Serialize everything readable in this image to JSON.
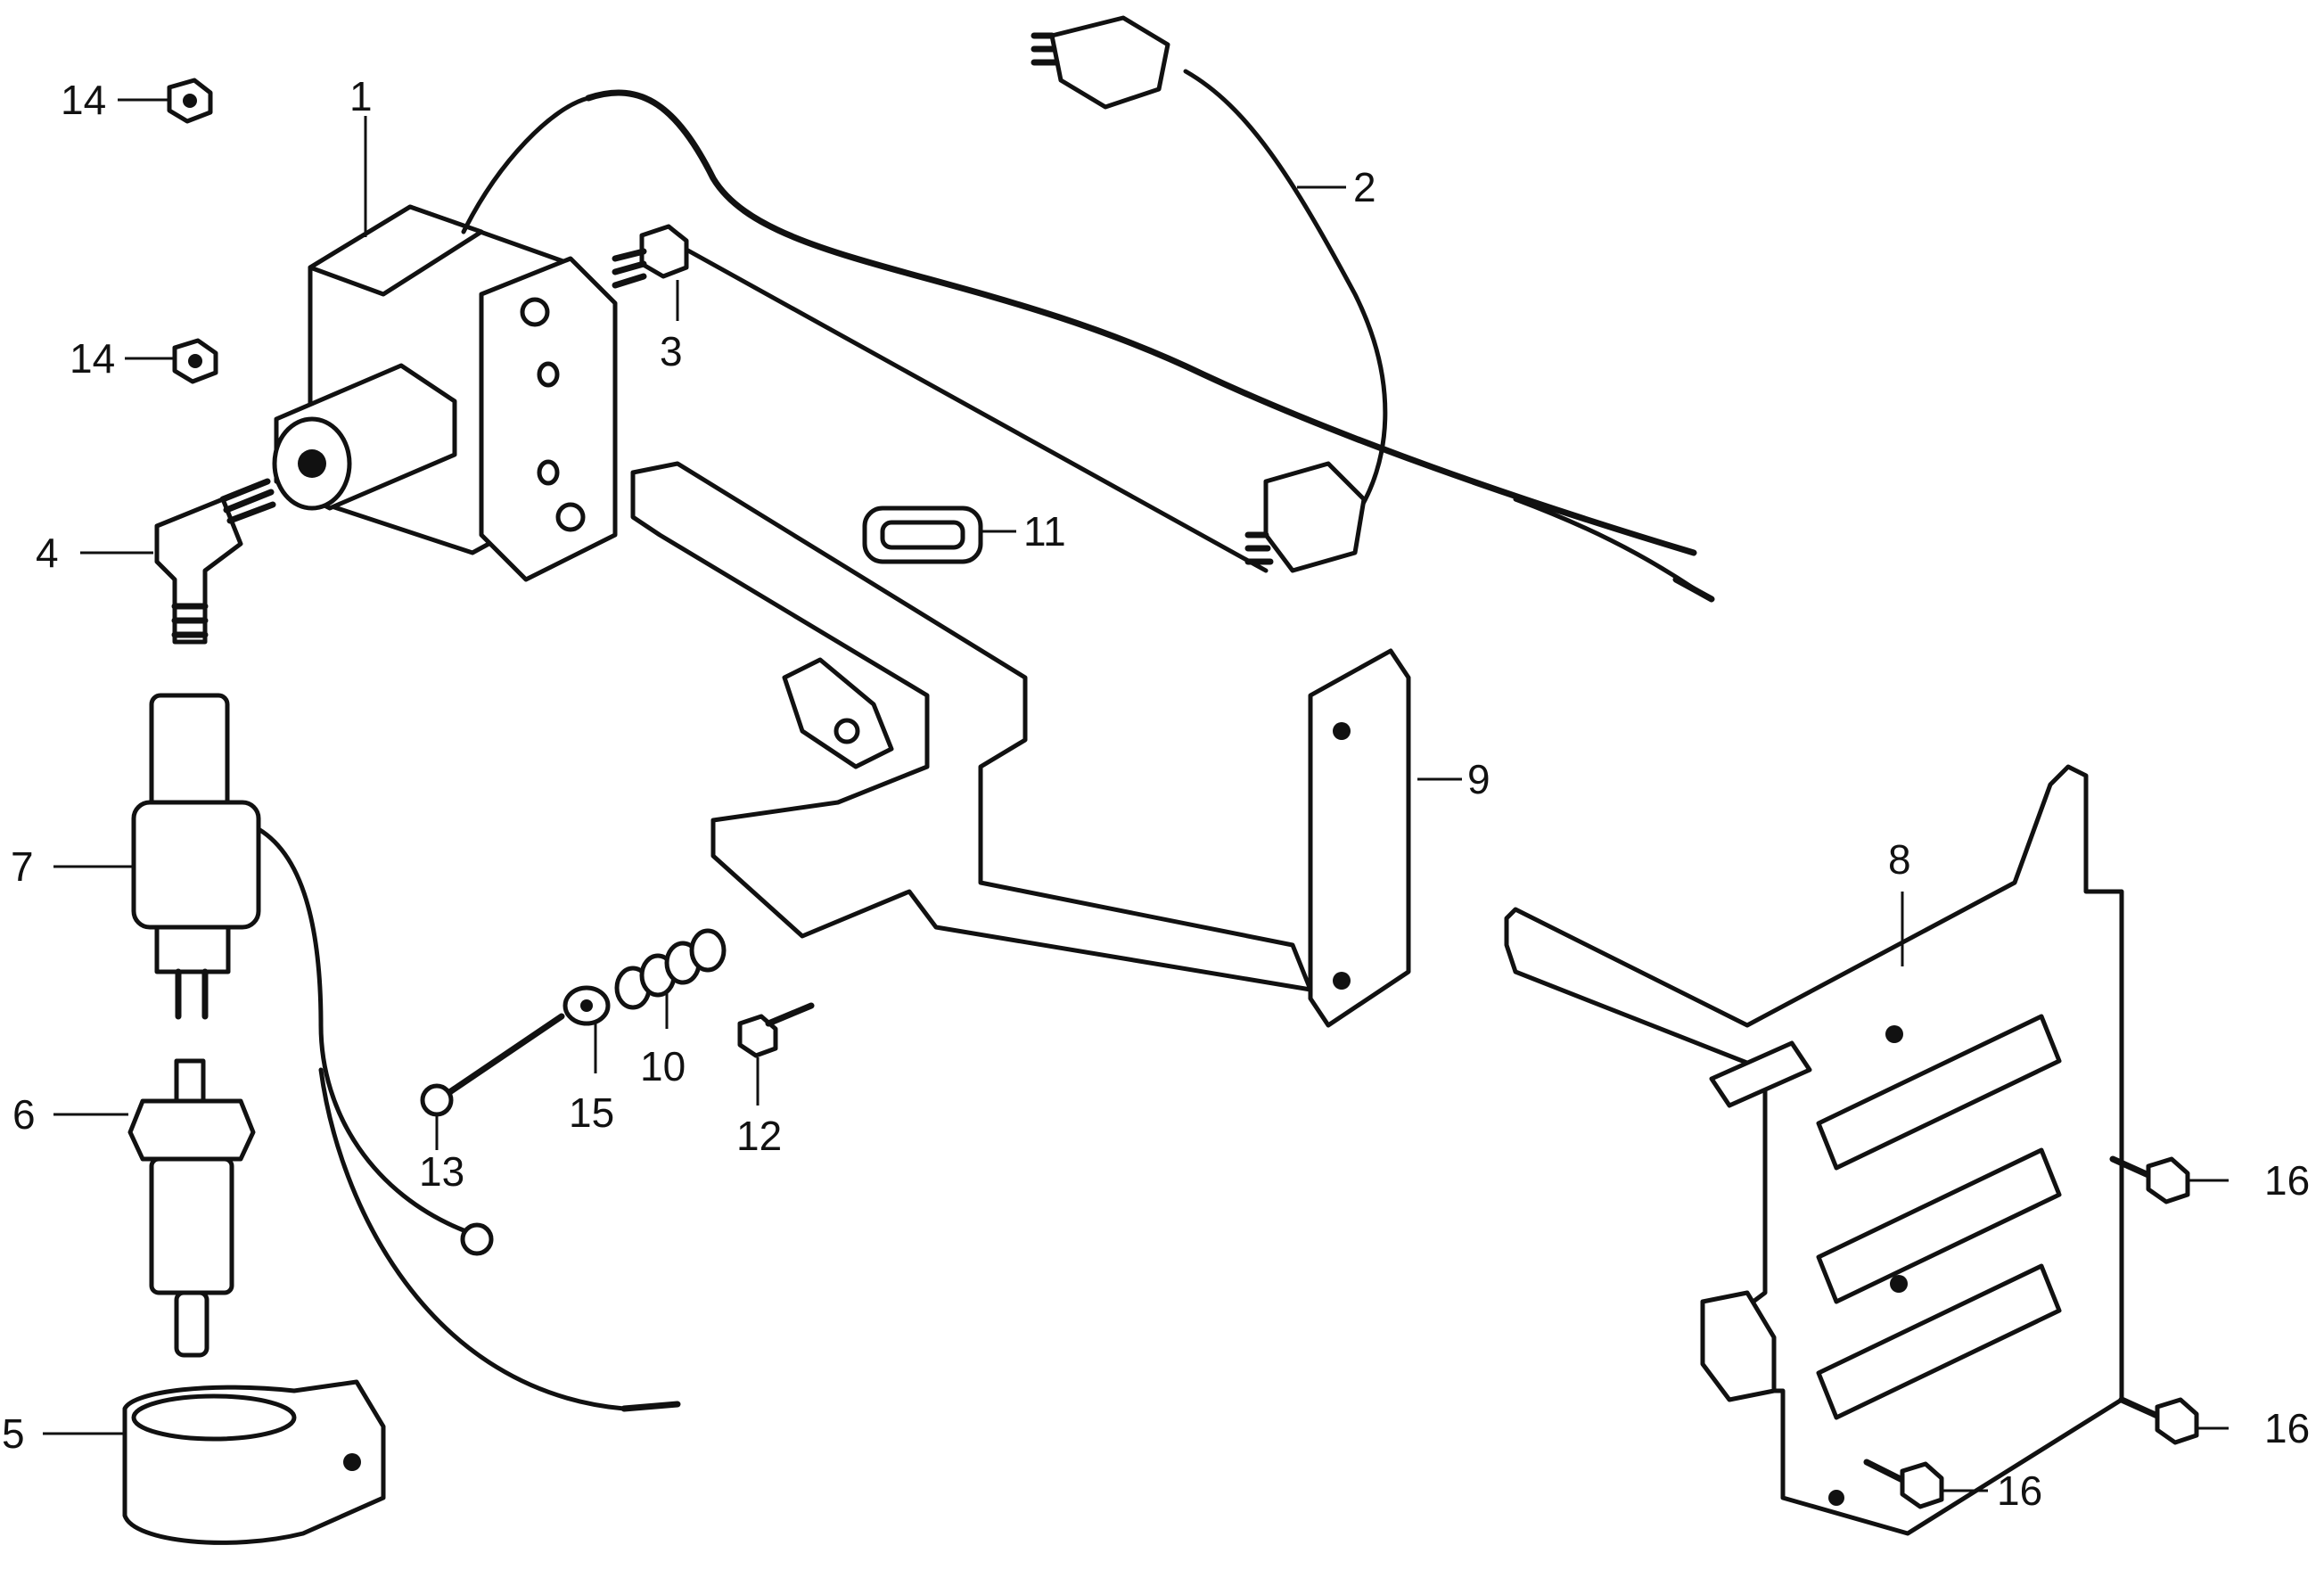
{
  "callouts": [
    {
      "id": "1",
      "text": "1"
    },
    {
      "id": "2",
      "text": "2"
    },
    {
      "id": "3",
      "text": "3"
    },
    {
      "id": "4",
      "text": "4"
    },
    {
      "id": "5",
      "text": "5"
    },
    {
      "id": "6",
      "text": "6"
    },
    {
      "id": "7",
      "text": "7"
    },
    {
      "id": "8",
      "text": "8"
    },
    {
      "id": "9",
      "text": "9"
    },
    {
      "id": "10",
      "text": "10"
    },
    {
      "id": "11",
      "text": "11"
    },
    {
      "id": "12",
      "text": "12"
    },
    {
      "id": "13",
      "text": "13"
    },
    {
      "id": "14a",
      "text": "14"
    },
    {
      "id": "14b",
      "text": "14"
    },
    {
      "id": "15",
      "text": "15"
    },
    {
      "id": "16a",
      "text": "16"
    },
    {
      "id": "16b",
      "text": "16"
    },
    {
      "id": "16c",
      "text": "16"
    }
  ]
}
